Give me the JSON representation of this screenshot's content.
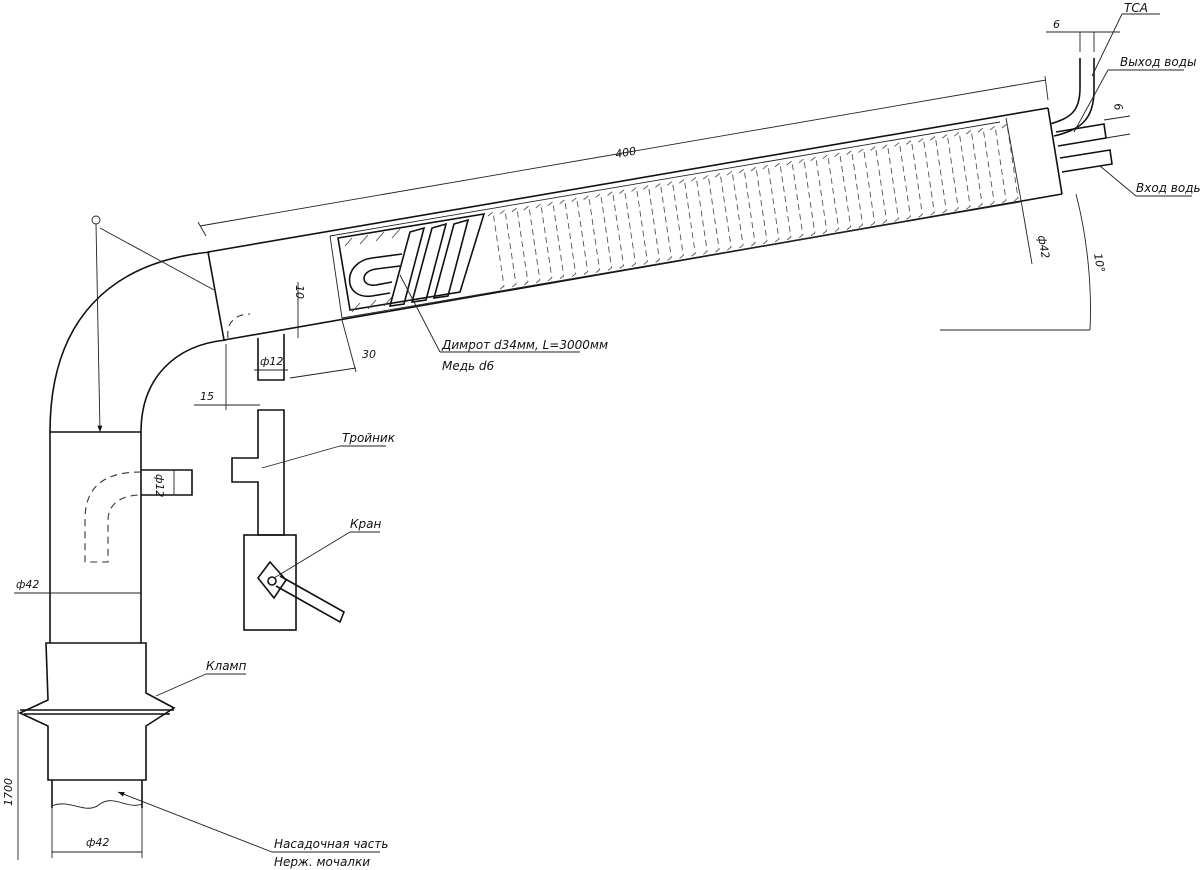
{
  "labels": {
    "tsa": "ТСА",
    "water_out": "Выход воды",
    "water_in": "Вход воды",
    "dimroth": "Димрот d34мм, L=3000мм",
    "copper": "Медь d6",
    "tee": "Тройник",
    "valve": "Кран",
    "clamp": "Кламп",
    "nozzle": "Насадочная часть",
    "steel": "Нерж. мочалки"
  },
  "dimensions": {
    "length_400": "400",
    "d42_condenser": "ф42",
    "angle_10": "10°",
    "gap_6_top": "6",
    "gap_6_side": "6",
    "d12_outlet": "ф12",
    "d12_side": "ф12",
    "len_10": "10",
    "len_30": "30",
    "len_15": "15",
    "d42_column": "ф42",
    "d42_bottom": "ф42",
    "height_1700": "1700"
  }
}
